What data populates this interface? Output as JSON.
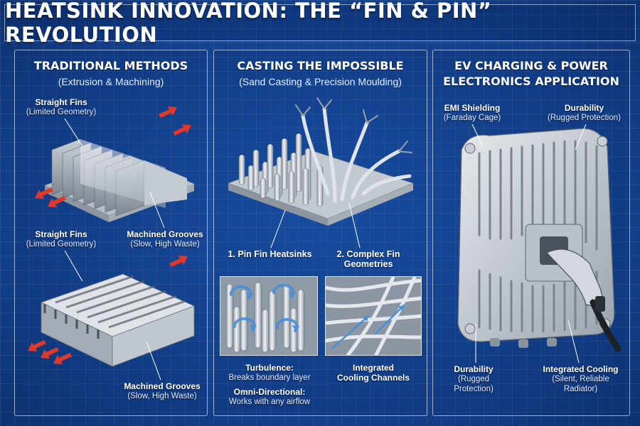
{
  "title": "HEATSINK INNOVATION: THE “FIN & PIN” REVOLUTION",
  "colors": {
    "background": "#123f8a",
    "panel_border": "#ffffff",
    "airflow_arrow": "#e0392b",
    "metal_light": "#d9dee4",
    "metal_dark": "#8a939c",
    "flow_arrow": "#4a90d9"
  },
  "panels": {
    "traditional": {
      "title": "TRADITIONAL METHODS",
      "subtitle": "(Extrusion & Machining)",
      "labels": {
        "fins_top": {
          "title": "Straight Fins",
          "sub": "(Limited Geometry)"
        },
        "fins_mid": {
          "title": "Straight Fins",
          "sub": "(Limited Geometry)"
        },
        "grooves_mid": {
          "title": "Machined Grooves",
          "sub": "(Slow, High Waste)"
        },
        "grooves_bottom": {
          "title": "Machined Grooves",
          "sub": "(Slow, High Waste)"
        }
      }
    },
    "casting": {
      "title": "CASTING THE IMPOSSIBLE",
      "subtitle": "(Sand Casting & Precision Moulding)",
      "labels": {
        "pin_fin": "1. Pin Fin Heatsinks",
        "complex_fin": "2. Complex Fin Geometries",
        "turbulence": {
          "title": "Turbulence:",
          "sub": "Breaks boundary layer"
        },
        "omni": {
          "title": "Omni-Directional:",
          "sub": "Works with any airflow"
        },
        "channels": {
          "title": "Integrated",
          "title2": "Cooling Channels"
        }
      }
    },
    "ev": {
      "title": "EV CHARGING & POWER",
      "title2": "ELECTRONICS APPLICATION",
      "labels": {
        "emi": {
          "title": "EMI Shielding",
          "sub": "(Faraday Cage)"
        },
        "durability_top": {
          "title": "Durability",
          "sub": "(Rugged Protection)"
        },
        "durability_bottom": {
          "title": "Durability",
          "sub": "(Rugged",
          "sub2": "Protection)"
        },
        "cooling": {
          "title": "Integrated Cooling",
          "sub": "(Silent, Reliable",
          "sub2": "Radiator)"
        }
      }
    }
  }
}
